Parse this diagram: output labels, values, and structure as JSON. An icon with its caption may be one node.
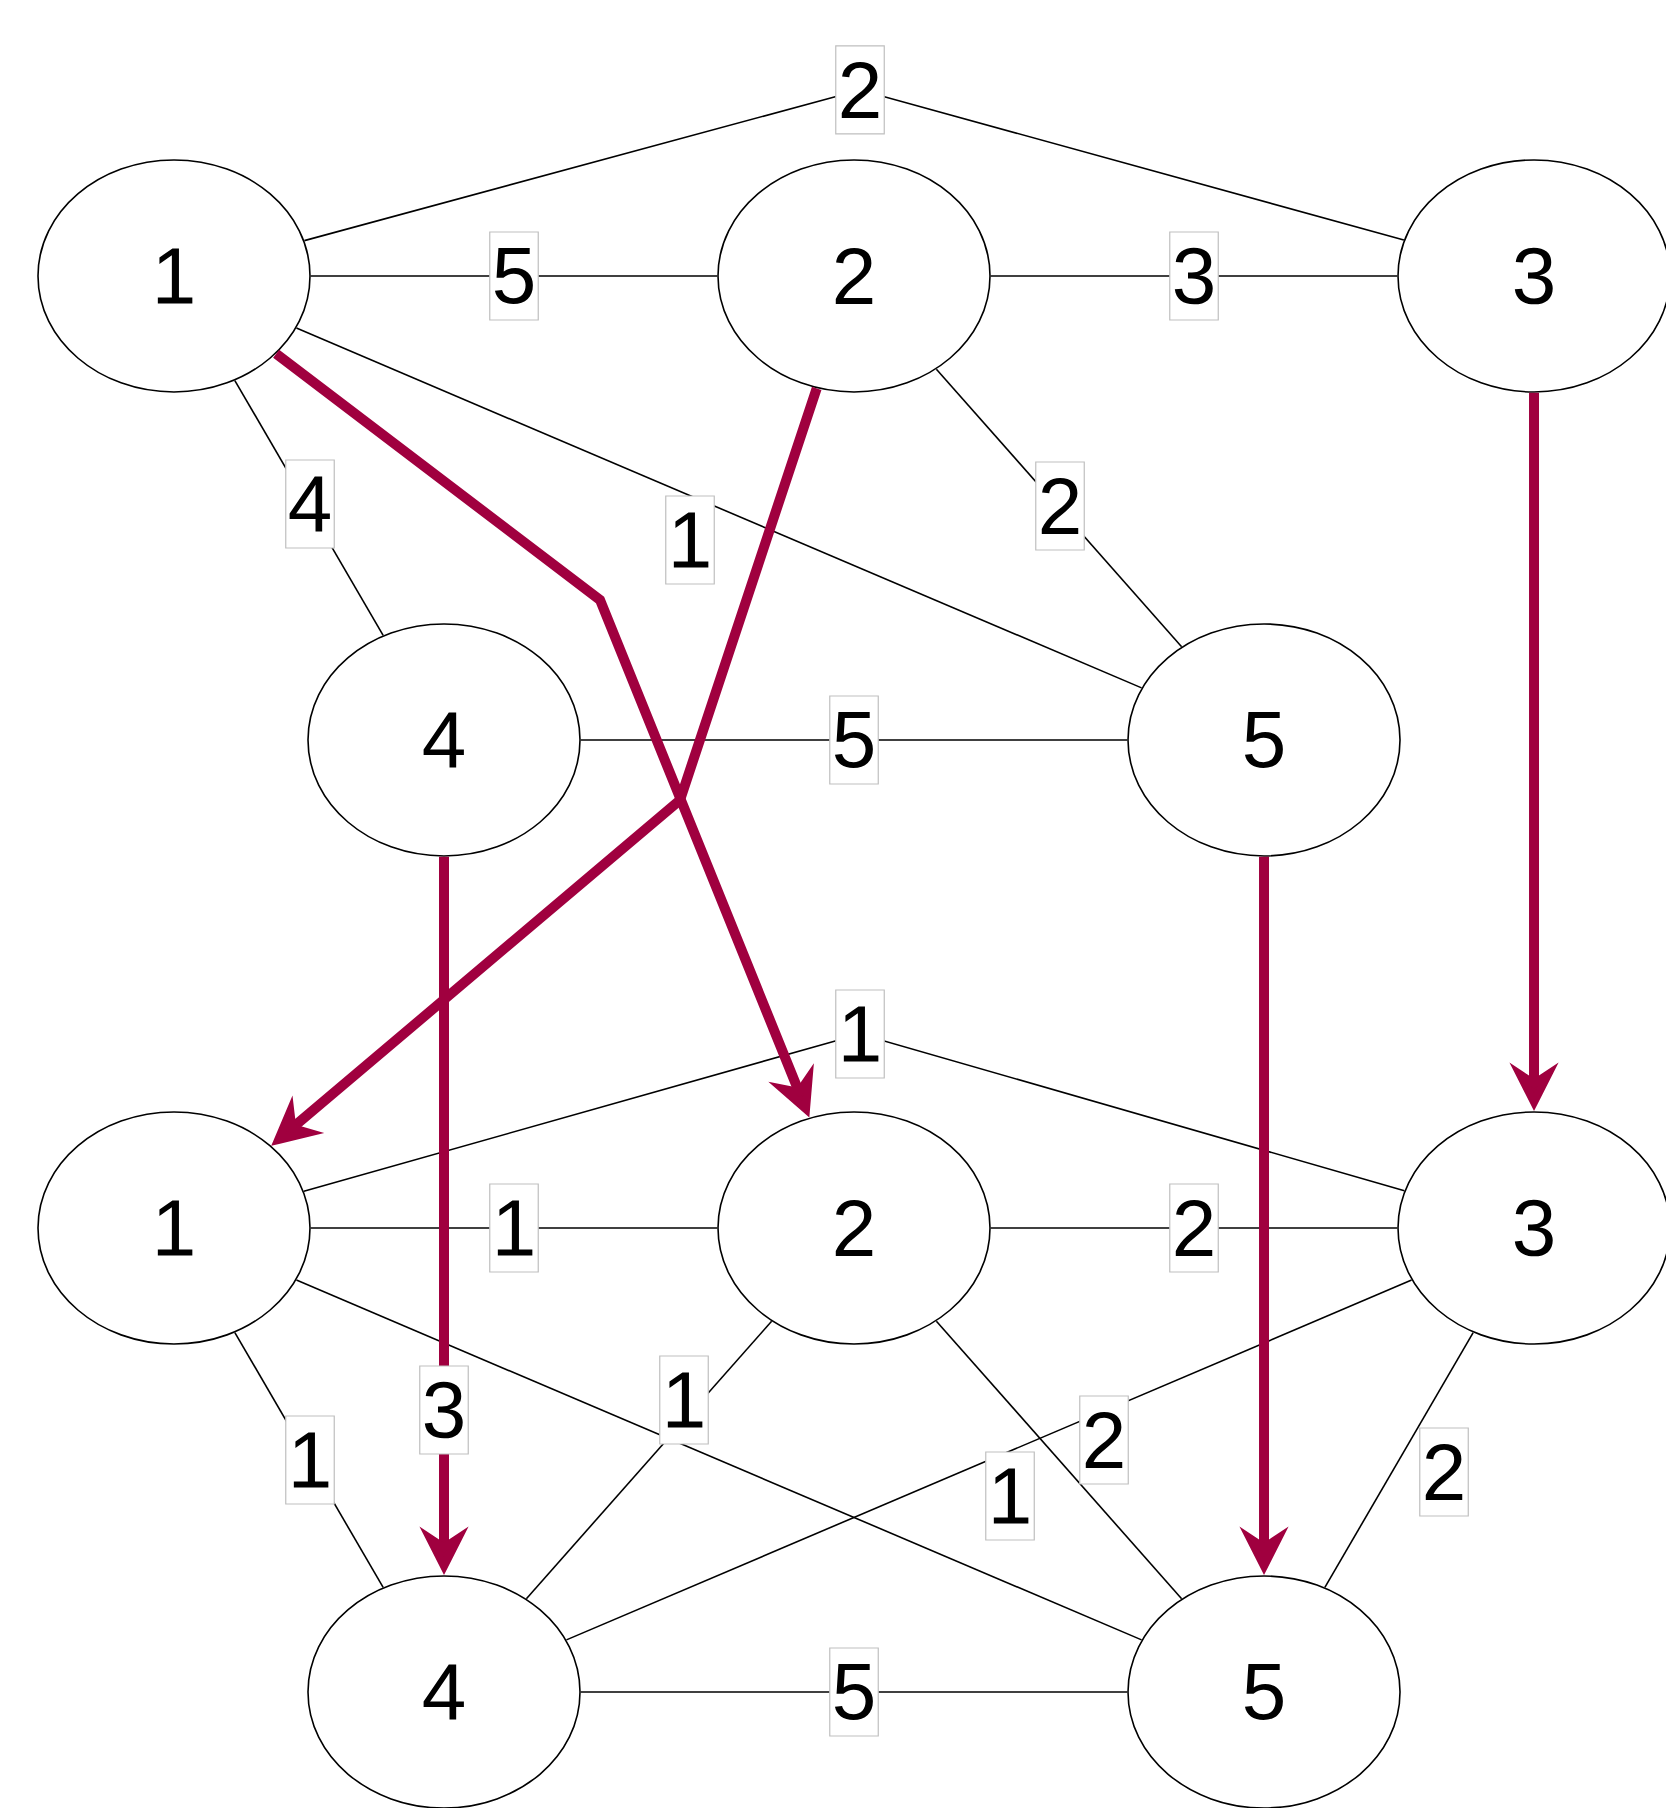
{
  "diagram": {
    "nodes": [
      {
        "text": [
          "1"
        ]
      },
      {
        "text": [
          "2"
        ]
      },
      {
        "text": [
          "3"
        ]
      },
      {
        "text": [
          "4"
        ]
      },
      {
        "text": [
          "5"
        ]
      },
      {
        "text": [
          "1"
        ]
      },
      {
        "text": [
          "2"
        ]
      },
      {
        "text": [
          "3"
        ]
      },
      {
        "text": [
          "4"
        ]
      },
      {
        "text": [
          "5"
        ]
      }
    ],
    "edges": [
      {
        "from": 0,
        "to": 1,
        "arrow": "none",
        "label": "5"
      },
      {
        "from": 1,
        "to": 2,
        "arrow": "none",
        "label": "3"
      },
      {
        "from": 0,
        "to": 2,
        "arrow": "none",
        "label": "2"
      },
      {
        "from": 0,
        "to": 3,
        "arrow": "none",
        "label": "4"
      },
      {
        "from": 0,
        "to": 4,
        "arrow": "none",
        "label": "1"
      },
      {
        "from": 1,
        "to": 4,
        "arrow": "none",
        "label": "2"
      },
      {
        "from": 3,
        "to": 4,
        "arrow": "none",
        "label": "5"
      },
      {
        "from": 5,
        "to": 6,
        "arrow": "none",
        "label": "1"
      },
      {
        "from": 6,
        "to": 7,
        "arrow": "none",
        "label": "2"
      },
      {
        "from": 5,
        "to": 7,
        "arrow": "none",
        "label": "1"
      },
      {
        "from": 5,
        "to": 8,
        "arrow": "none",
        "label": "1"
      },
      {
        "from": 5,
        "to": 9,
        "arrow": "none",
        "label": "3"
      },
      {
        "from": 6,
        "to": 8,
        "arrow": "none",
        "label": "1"
      },
      {
        "from": 6,
        "to": 9,
        "arrow": "none",
        "label": "2"
      },
      {
        "from": 7,
        "to": 8,
        "arrow": "none",
        "label": "1"
      },
      {
        "from": 7,
        "to": 9,
        "arrow": "none",
        "label": "2"
      },
      {
        "from": 8,
        "to": 9,
        "arrow": "none",
        "label": "5"
      },
      {
        "from": 0,
        "to": 6,
        "arrow": "to",
        "style": "thick",
        "color": "#a0003f"
      },
      {
        "from": 1,
        "to": 5,
        "arrow": "to",
        "style": "thick",
        "color": "#a0003f"
      },
      {
        "from": 2,
        "to": 7,
        "arrow": "to",
        "style": "thick",
        "color": "#a0003f"
      },
      {
        "from": 3,
        "to": 8,
        "arrow": "to",
        "style": "thick",
        "color": "#a0003f"
      },
      {
        "from": 4,
        "to": 9,
        "arrow": "to",
        "style": "thick",
        "color": "#a0003f"
      }
    ]
  }
}
